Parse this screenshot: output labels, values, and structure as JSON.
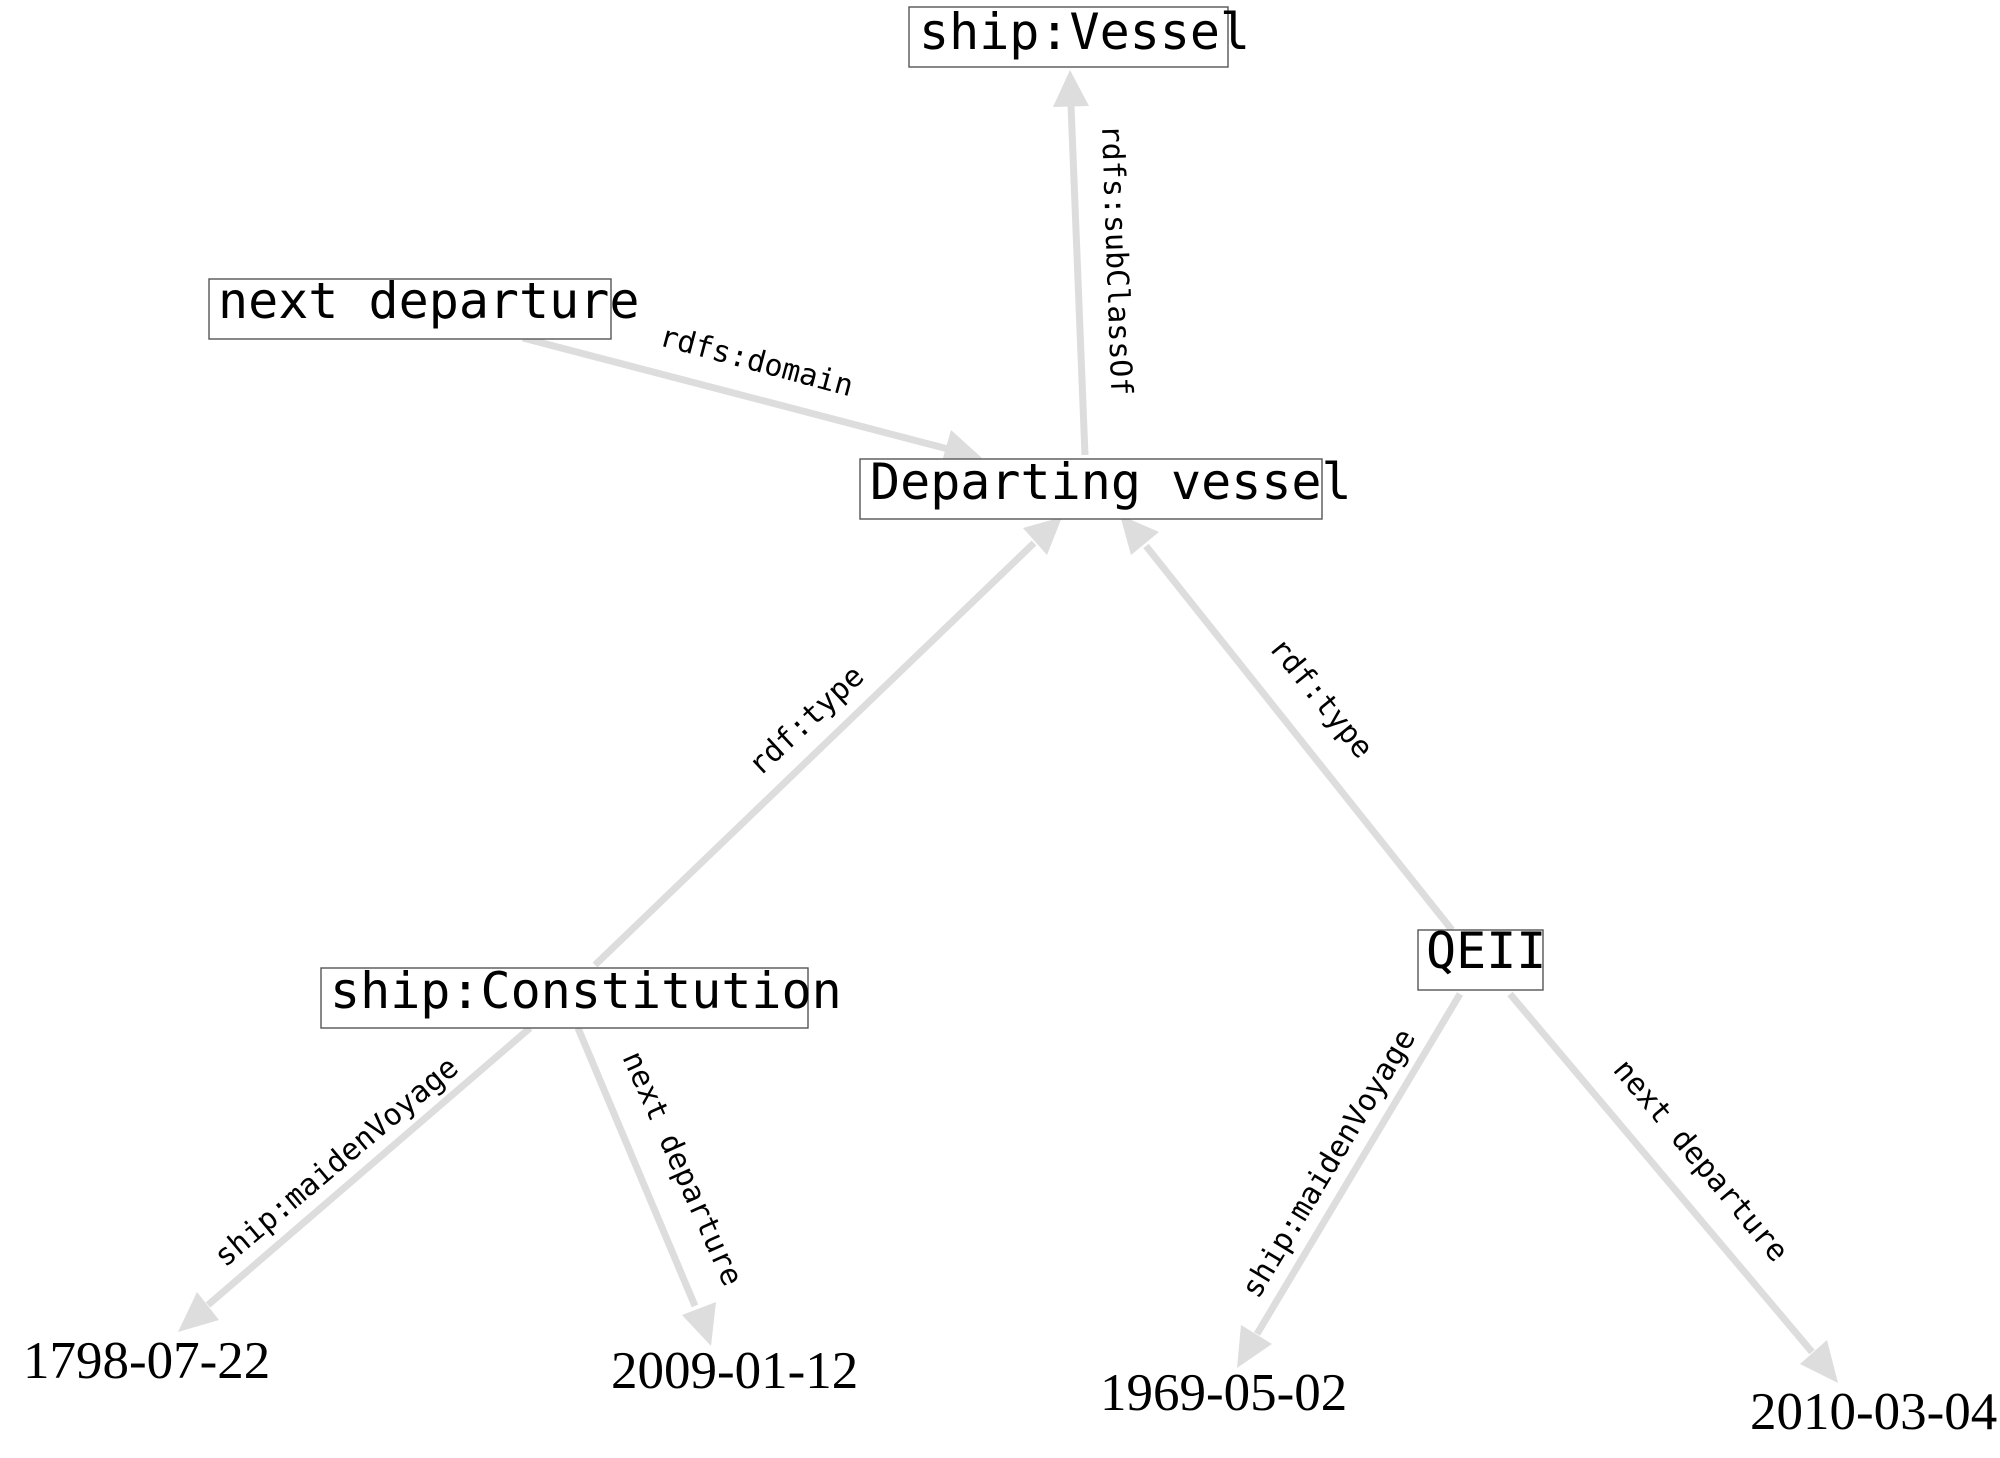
{
  "nodes": {
    "vessel": "ship:Vessel",
    "next_departure": "next departure",
    "departing_vessel": "Departing vessel",
    "constitution": "ship:Constitution",
    "qeii": "QEII",
    "date_1798": "1798-07-22",
    "date_2009": "2009-01-12",
    "date_1969": "1969-05-02",
    "date_2010": "2010-03-04"
  },
  "edges": {
    "subclass_of": "rdfs:subClassOf",
    "domain": "rdfs:domain",
    "constitution_type": "rdf:type",
    "qeii_type": "rdf:type",
    "constitution_maiden": "ship:maidenVoyage",
    "constitution_next": "next departure",
    "qeii_maiden": "ship:maidenVoyage",
    "qeii_next": "next departure"
  },
  "colors": {
    "edge": "#dddddd",
    "node_border": "#555555",
    "text": "#000000"
  }
}
